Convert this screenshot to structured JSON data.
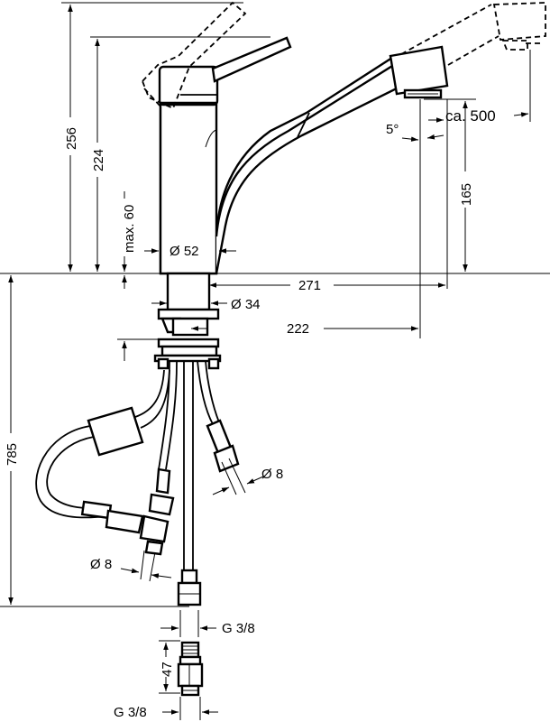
{
  "labels": {
    "h256": "256",
    "h224": "224",
    "max60": "max. 60",
    "d52": "Ø 52",
    "d34": "Ø 34",
    "l271": "271",
    "l222": "222",
    "h165": "165",
    "deg5": "5°",
    "ca500": "ca. 500",
    "h785": "785",
    "hose8_right": "Ø 8",
    "hose8_left": "Ø 8",
    "g38_top": "G 3/8",
    "g38_bottom": "G 3/8",
    "h47": "47"
  }
}
